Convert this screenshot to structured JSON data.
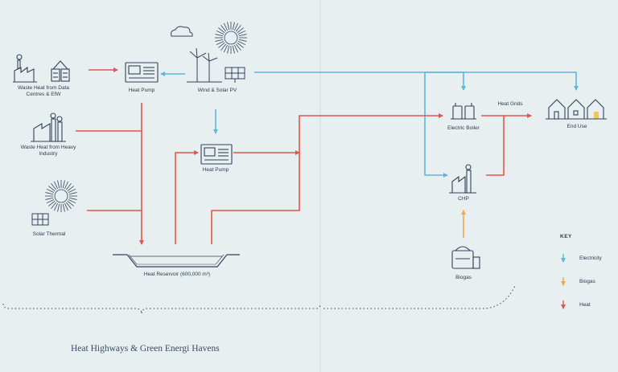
{
  "nodes": {
    "waste_heat_dc": "Waste Heat from Data Centres & EfW",
    "heat_pump_top": "Heat Pump",
    "wind_solar": "Wind & Solar PV",
    "waste_heat_industry": "Waste Heat from Heavy Industry",
    "heat_pump_mid": "Heat Pump",
    "solar_thermal": "Solar Thermal",
    "heat_reservoir": "Heat Reservoir (600,000 m³)",
    "electric_boiler": "Electric Boiler",
    "heat_grids": "Heat Grids",
    "end_use": "End Use",
    "chp": "CHP",
    "biogas": "Biogas"
  },
  "key": {
    "title": "KEY",
    "items": [
      {
        "label": "Electricity",
        "color": "#5bb7dd"
      },
      {
        "label": "Biogas",
        "color": "#f0a64c"
      },
      {
        "label": "Heat",
        "color": "#e4564a"
      }
    ]
  },
  "footer": "Heat Highways & Green Energi Havens",
  "colors": {
    "electricity": "#5bb7dd",
    "biogas": "#f0a64c",
    "heat": "#e4564a",
    "ink": "#34425a"
  }
}
